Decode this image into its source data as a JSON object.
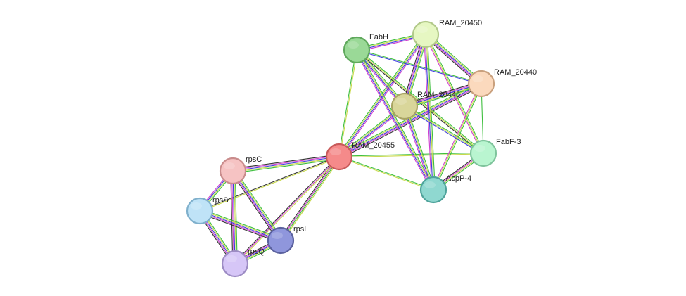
{
  "nodes": [
    {
      "id": "RAM_20455",
      "label": "RAM_20455",
      "color": "#f58a8a",
      "stroke": "#c85a5a"
    },
    {
      "id": "FabH",
      "label": "FabH",
      "color": "#9ad997",
      "stroke": "#5fa85c"
    },
    {
      "id": "RAM_20450",
      "label": "RAM_20450",
      "color": "#e6f7c2",
      "stroke": "#b2c98a"
    },
    {
      "id": "RAM_20440",
      "label": "RAM_20440",
      "color": "#fbd9bd",
      "stroke": "#c9a07d"
    },
    {
      "id": "RAM_20445",
      "label": "RAM_20445",
      "color": "#d9d69a",
      "stroke": "#a8a464"
    },
    {
      "id": "FabF-3",
      "label": "FabF-3",
      "color": "#b9f5d0",
      "stroke": "#7fc49c"
    },
    {
      "id": "AcpP-4",
      "label": "AcpP-4",
      "color": "#8fd8d0",
      "stroke": "#4fa39b"
    },
    {
      "id": "rpsC",
      "label": "rpsC",
      "color": "#f6c3c3",
      "stroke": "#c98c8c"
    },
    {
      "id": "rpsS",
      "label": "rpsS",
      "color": "#bfe3f7",
      "stroke": "#7fb0cc"
    },
    {
      "id": "rpsL",
      "label": "rpsL",
      "color": "#8f96dc",
      "stroke": "#5b619e"
    },
    {
      "id": "rpsQ",
      "label": "rpsQ",
      "color": "#d6c6f7",
      "stroke": "#9d8cc4"
    }
  ],
  "edges": [
    {
      "source": "RAM_20455",
      "target": "FabH",
      "evidence": [
        "#3fbf3f",
        "#c8d94a"
      ]
    },
    {
      "source": "RAM_20455",
      "target": "RAM_20450",
      "evidence": [
        "#3fbf3f",
        "#c8d94a",
        "#3f3fdf",
        "#cf3fcf"
      ]
    },
    {
      "source": "RAM_20455",
      "target": "RAM_20440",
      "evidence": [
        "#3fbf3f",
        "#c8d94a",
        "#3f3fdf",
        "#cf3fcf",
        "#333333"
      ]
    },
    {
      "source": "RAM_20455",
      "target": "RAM_20445",
      "evidence": [
        "#3fbf3f",
        "#c8d94a",
        "#3f3fdf",
        "#cf3fcf"
      ]
    },
    {
      "source": "RAM_20455",
      "target": "FabF-3",
      "evidence": [
        "#3fbf3f",
        "#c8d94a"
      ]
    },
    {
      "source": "RAM_20455",
      "target": "AcpP-4",
      "evidence": [
        "#3fbf3f",
        "#c8d94a"
      ]
    },
    {
      "source": "RAM_20455",
      "target": "rpsC",
      "evidence": [
        "#3fbf3f",
        "#c8d94a",
        "#3f3fdf",
        "#cf3fcf",
        "#333333"
      ]
    },
    {
      "source": "RAM_20455",
      "target": "rpsS",
      "evidence": [
        "#c8d94a",
        "#333333"
      ]
    },
    {
      "source": "RAM_20455",
      "target": "rpsL",
      "evidence": [
        "#c8d94a",
        "#3fbf3f",
        "#cf3fcf",
        "#333333"
      ]
    },
    {
      "source": "RAM_20455",
      "target": "rpsQ",
      "evidence": [
        "#c8d94a",
        "#cf3fcf",
        "#333333"
      ]
    },
    {
      "source": "FabH",
      "target": "RAM_20450",
      "evidence": [
        "#3fbf3f",
        "#c8d94a",
        "#3f3fdf",
        "#cf3fcf"
      ]
    },
    {
      "source": "FabH",
      "target": "RAM_20440",
      "evidence": [
        "#3fbf3f",
        "#3f3fdf"
      ]
    },
    {
      "source": "FabH",
      "target": "RAM_20445",
      "evidence": [
        "#3fbf3f",
        "#c8d94a",
        "#3f3fdf",
        "#cf3fcf"
      ]
    },
    {
      "source": "FabH",
      "target": "FabF-3",
      "evidence": [
        "#3fbf3f",
        "#c8d94a",
        "#333333"
      ]
    },
    {
      "source": "FabH",
      "target": "AcpP-4",
      "evidence": [
        "#3fbf3f",
        "#c8d94a",
        "#3f3fdf",
        "#cf3fcf"
      ]
    },
    {
      "source": "RAM_20450",
      "target": "RAM_20440",
      "evidence": [
        "#3fbf3f",
        "#c8d94a",
        "#3f3fdf",
        "#cf3fcf",
        "#333333"
      ]
    },
    {
      "source": "RAM_20450",
      "target": "RAM_20445",
      "evidence": [
        "#3fbf3f",
        "#c8d94a",
        "#3f3fdf",
        "#cf3fcf",
        "#333333"
      ]
    },
    {
      "source": "RAM_20450",
      "target": "FabF-3",
      "evidence": [
        "#3fbf3f",
        "#c8d94a",
        "#cf3fcf"
      ]
    },
    {
      "source": "RAM_20450",
      "target": "AcpP-4",
      "evidence": [
        "#3fbf3f",
        "#c8d94a",
        "#3f3fdf",
        "#cf3fcf"
      ]
    },
    {
      "source": "RAM_20440",
      "target": "RAM_20445",
      "evidence": [
        "#3fbf3f",
        "#c8d94a",
        "#3f3fdf",
        "#cf3fcf",
        "#333333"
      ]
    },
    {
      "source": "RAM_20440",
      "target": "FabF-3",
      "evidence": [
        "#3fbf3f"
      ]
    },
    {
      "source": "RAM_20440",
      "target": "AcpP-4",
      "evidence": [
        "#3fbf3f",
        "#c8d94a",
        "#cf3fcf"
      ]
    },
    {
      "source": "RAM_20445",
      "target": "FabF-3",
      "evidence": [
        "#3fbf3f",
        "#c8d94a",
        "#3f3fdf"
      ]
    },
    {
      "source": "RAM_20445",
      "target": "AcpP-4",
      "evidence": [
        "#3fbf3f",
        "#c8d94a",
        "#3f3fdf",
        "#cf3fcf"
      ]
    },
    {
      "source": "FabF-3",
      "target": "AcpP-4",
      "evidence": [
        "#3fbf3f",
        "#c8d94a",
        "#cf3fcf",
        "#333333"
      ]
    },
    {
      "source": "rpsC",
      "target": "rpsS",
      "evidence": [
        "#3fbf3f",
        "#c8d94a",
        "#3f3fdf",
        "#cf3fcf"
      ]
    },
    {
      "source": "rpsC",
      "target": "rpsL",
      "evidence": [
        "#3fbf3f",
        "#c8d94a",
        "#3f3fdf",
        "#cf3fcf",
        "#333333"
      ]
    },
    {
      "source": "rpsC",
      "target": "rpsQ",
      "evidence": [
        "#3fbf3f",
        "#c8d94a",
        "#3f3fdf",
        "#cf3fcf",
        "#333333"
      ]
    },
    {
      "source": "rpsS",
      "target": "rpsL",
      "evidence": [
        "#3fbf3f",
        "#c8d94a",
        "#3f3fdf",
        "#cf3fcf",
        "#333333"
      ]
    },
    {
      "source": "rpsS",
      "target": "rpsQ",
      "evidence": [
        "#3fbf3f",
        "#c8d94a",
        "#3f3fdf",
        "#cf3fcf",
        "#333333"
      ]
    },
    {
      "source": "rpsL",
      "target": "rpsQ",
      "evidence": [
        "#3fbf3f",
        "#c8d94a",
        "#3f3fdf",
        "#cf3fcf",
        "#333333"
      ]
    }
  ]
}
